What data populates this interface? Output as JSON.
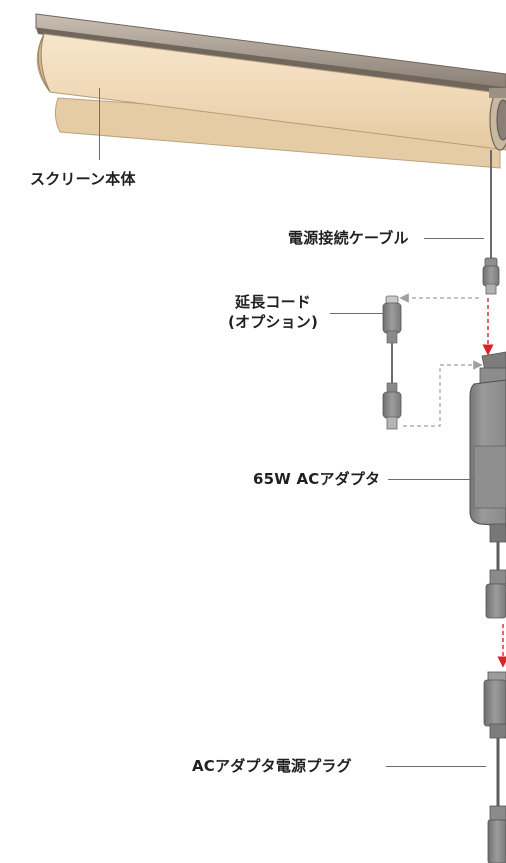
{
  "labels": {
    "screen_body": "スクリーン本体",
    "power_cable": "電源接続ケーブル",
    "extension_cord_line1": "延長コード",
    "extension_cord_line2": "(オプション)",
    "ac_adapter": "65W ACアダプタ",
    "ac_adapter_plug": "ACアダプタ電源プラグ"
  },
  "colors": {
    "fabric": "#f2dcbb",
    "fabric_shadow": "#e3c9a2",
    "rail": "#8a7f74",
    "component_gray": "#8b8b8b",
    "component_dark": "#5e5e5e",
    "arrow_red": "#d8232a",
    "dashed_gray": "#a0a0a0",
    "leader_line": "#6d6d6d"
  }
}
